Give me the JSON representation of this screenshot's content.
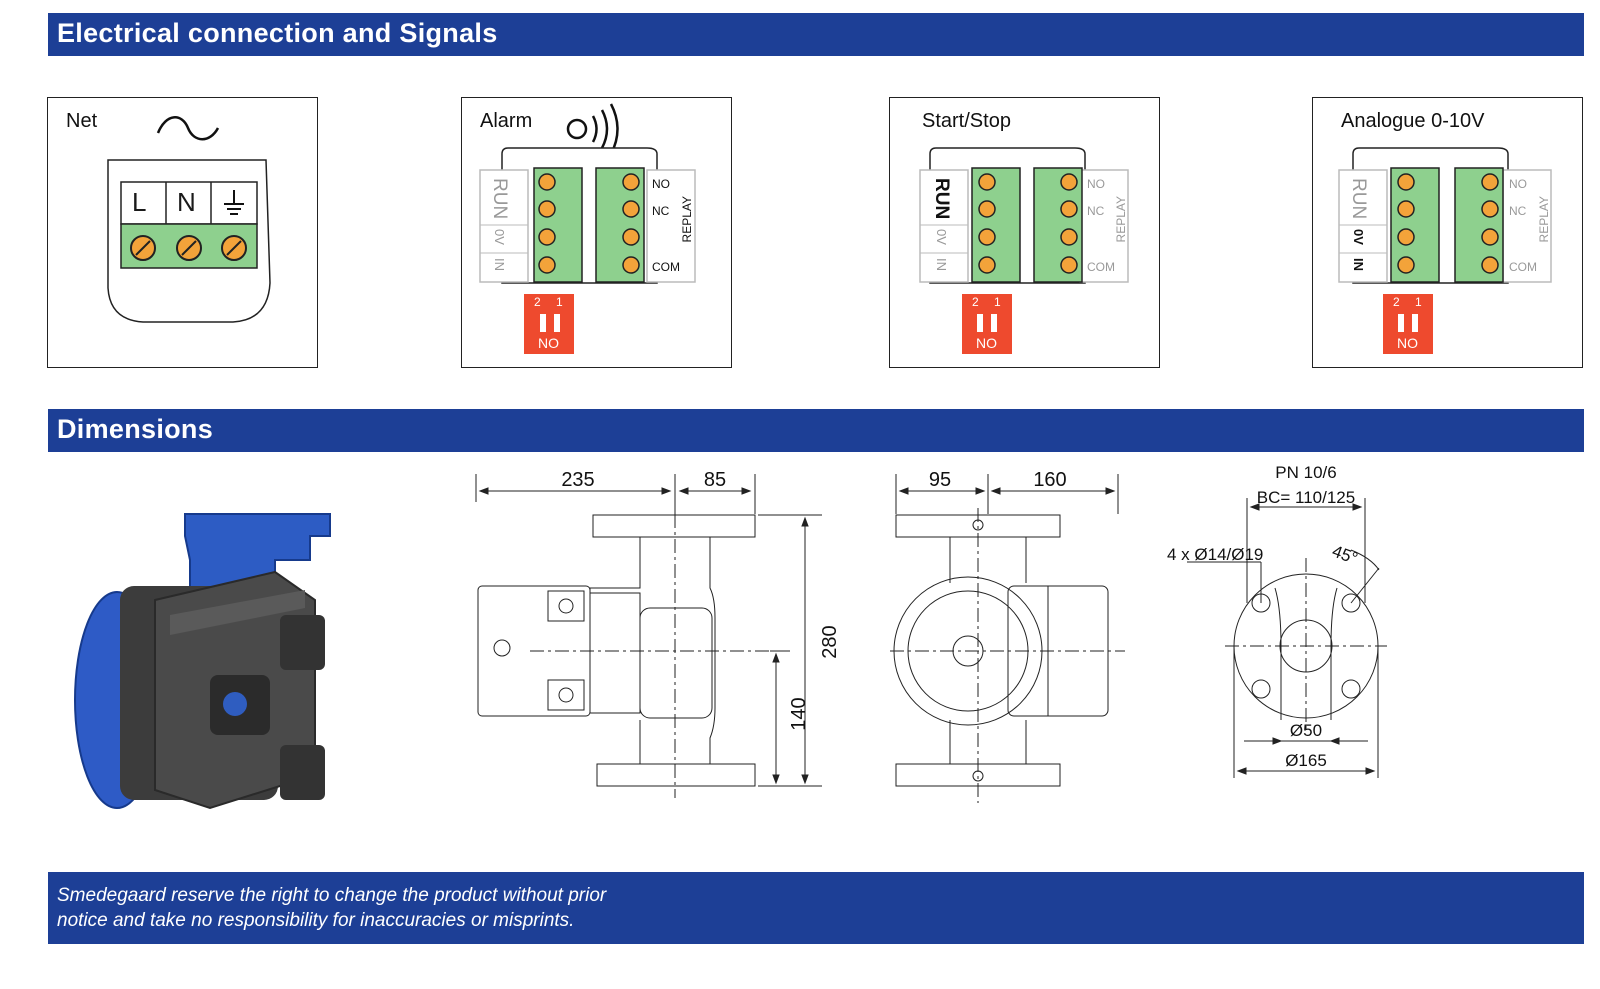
{
  "sections": {
    "electrical_title": "Electrical connection and Signals",
    "dimensions_title": "Dimensions"
  },
  "panels": {
    "net": {
      "label": "Net",
      "terminals": [
        "L",
        "N"
      ]
    },
    "alarm": {
      "label": "Alarm"
    },
    "start_stop": {
      "label": "Start/Stop"
    },
    "analogue": {
      "label": "Analogue 0-10V"
    }
  },
  "terminal_block": {
    "left_labels": [
      "RUN",
      "0V",
      "IN"
    ],
    "right_labels": [
      "NO",
      "NC",
      "COM"
    ],
    "relay_label": "REPLAY",
    "dip_numbers": [
      "2",
      "1"
    ],
    "dip_on_label": "NO"
  },
  "dimensions": {
    "side_width_a": "235",
    "side_width_b": "85",
    "height_total": "280",
    "height_half": "140",
    "front_width_a": "95",
    "front_width_b": "160",
    "pressure": "PN 10/6",
    "bolt_circle": "BC= 110/125",
    "holes": "4 x Ø14/Ø19",
    "angle": "45°",
    "bore": "Ø50",
    "flange": "Ø165"
  },
  "disclaimer": {
    "line1": "Smedegaard reserve the right to change the product without prior",
    "line2": "notice and take no responsibility for inaccuracies or misprints."
  },
  "colors": {
    "bar_blue": "#1d3f96",
    "terminal_green": "#8ed08e",
    "screw_orange": "#f3a33a",
    "dip_red": "#ee4a2e"
  }
}
